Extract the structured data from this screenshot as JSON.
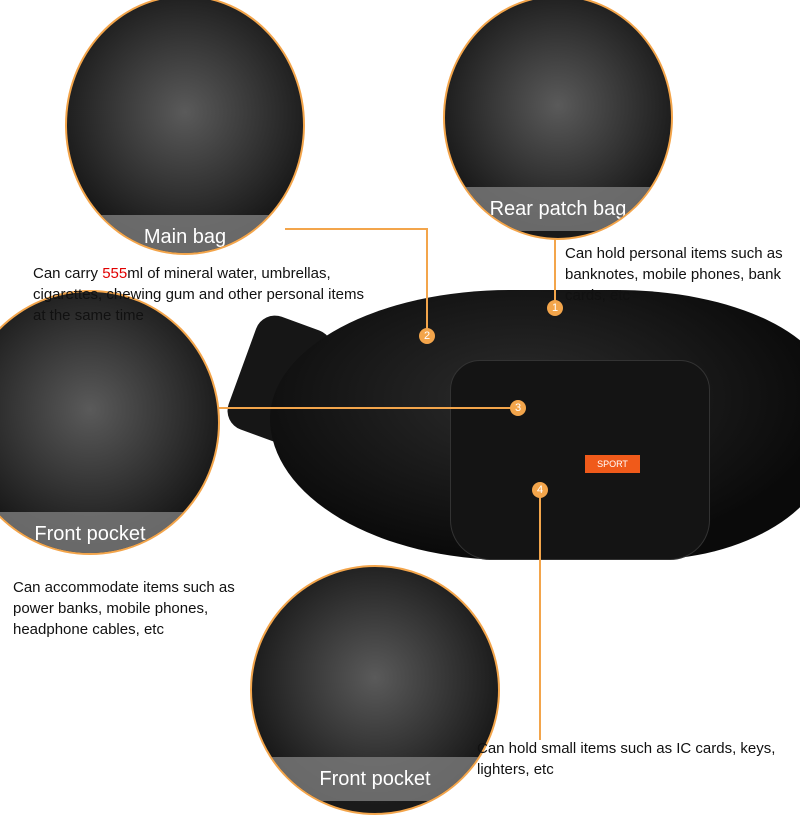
{
  "callouts": {
    "main_bag": {
      "title": "Main bag",
      "desc_pre": "Can carry ",
      "desc_highlight": "555",
      "desc_post": "ml of mineral water, umbrellas, cigarettes, chewing gum and other personal items at the same time",
      "marker": "2"
    },
    "rear_patch": {
      "title": "Rear patch bag",
      "desc": "Can hold personal items such as banknotes, mobile phones, bank cards, etc",
      "marker": "1"
    },
    "front_pocket_left": {
      "title": "Front pocket",
      "desc": "Can accommodate items such as power banks, mobile phones, headphone cables, etc",
      "marker": "3"
    },
    "front_pocket_bottom": {
      "title": "Front pocket",
      "desc": "Can hold small items such as IC cards, keys, lighters, etc",
      "marker": "4"
    }
  },
  "product": {
    "brand_label": "SPORT"
  },
  "colors": {
    "accent": "#f3a54b",
    "highlight": "#e10000",
    "label": "#f05a1a"
  }
}
